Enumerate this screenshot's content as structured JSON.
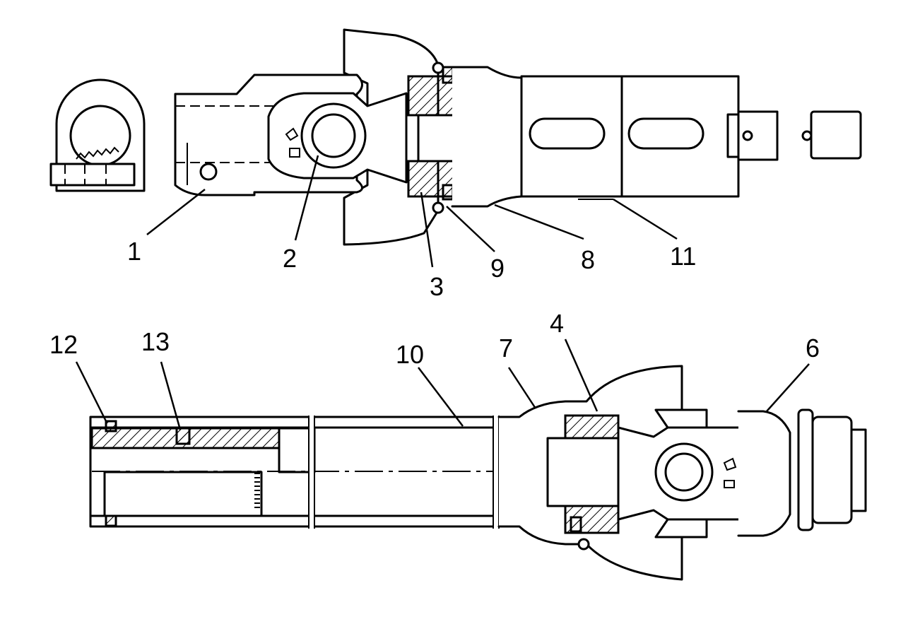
{
  "labels": {
    "l1": "1",
    "l2": "2",
    "l3": "3",
    "l4": "4",
    "l6": "6",
    "l7": "7",
    "l8": "8",
    "l9": "9",
    "l10": "10",
    "l11": "11",
    "l12": "12",
    "l13": "13"
  }
}
